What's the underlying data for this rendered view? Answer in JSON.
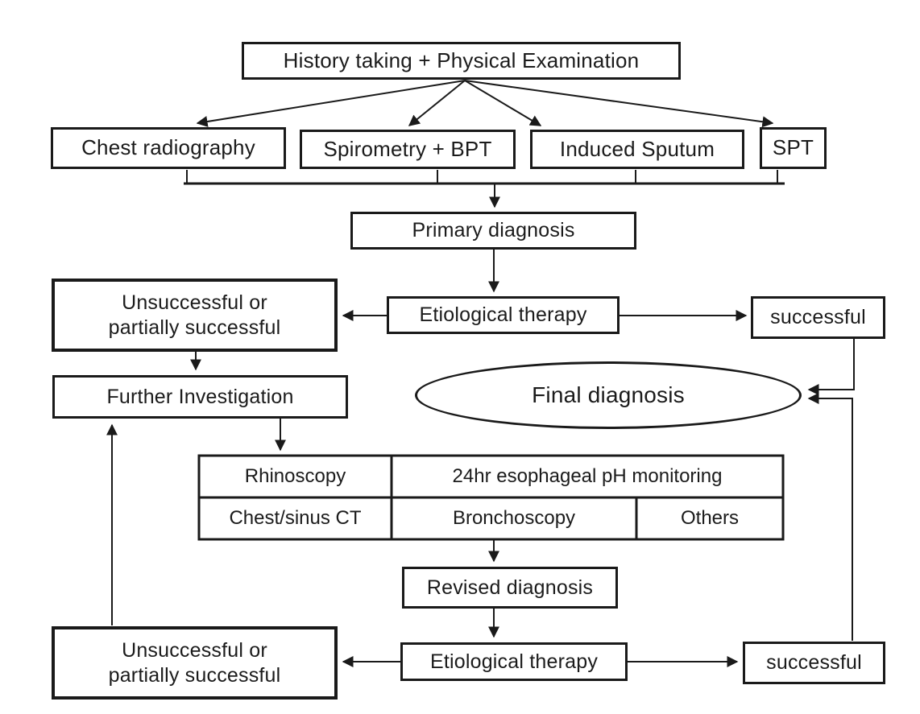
{
  "diagram": {
    "background": "#ffffff",
    "line_color": "#1a1a1a",
    "text_color": "#1b1b1b",
    "nodes": {
      "history": "History taking + Physical Examination",
      "chest_radiography": "Chest radiography",
      "spirometry": "Spirometry + BPT",
      "induced_sputum": "Induced Sputum",
      "spt": "SPT",
      "primary_diagnosis": "Primary diagnosis",
      "unsuccessful_top": "Unsuccessful or\npartially successful",
      "etiological_therapy_top": "Etiological therapy",
      "successful_top": "successful",
      "further_investigation": "Further Investigation",
      "final_diagnosis": "Final diagnosis",
      "revised_diagnosis": "Revised diagnosis",
      "unsuccessful_bottom": "Unsuccessful or\npartially successful",
      "etiological_therapy_bottom": "Etiological therapy",
      "successful_bottom": "successful"
    },
    "table": {
      "row1": [
        "Rhinoscopy",
        "24hr esophageal pH monitoring"
      ],
      "row2": [
        "Chest/sinus CT",
        "Bronchoscopy",
        "Others"
      ]
    }
  }
}
